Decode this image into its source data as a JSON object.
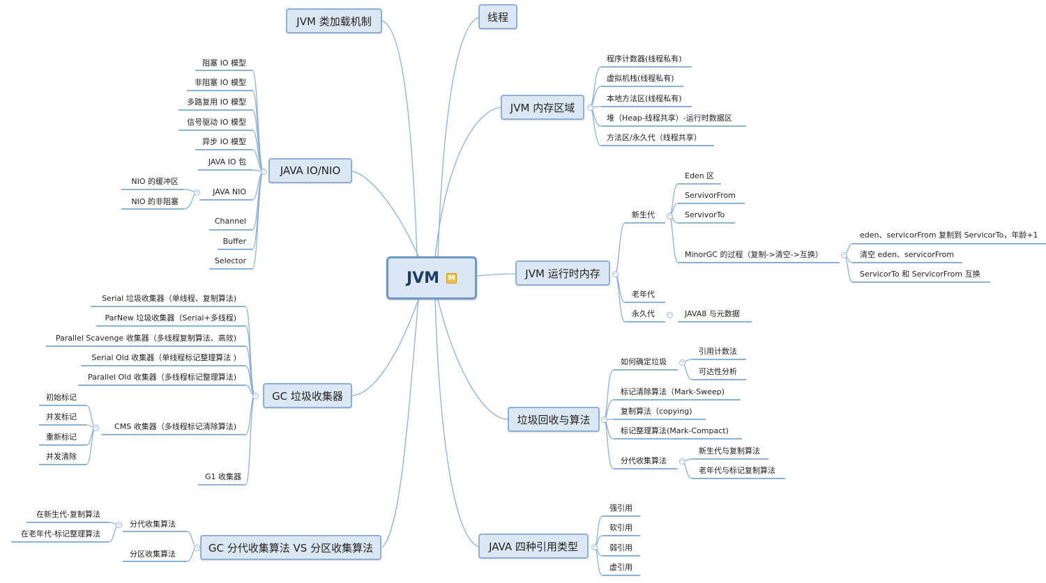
{
  "root": {
    "label": "JVM",
    "marker": "M"
  },
  "topics": {
    "classloading": "JVM 类加载机制",
    "thread": "线程",
    "memory": "JVM 内存区域",
    "io": "JAVA IO/NIO",
    "runtime": "JVM 运行时内存",
    "gc_collectors": "GC 垃圾收集器",
    "gc_algorithms": "垃圾回收与算法",
    "gc_generational": "GC 分代收集算法 VS 分区收集算法",
    "references": "JAVA 四种引用类型"
  },
  "memory_items": [
    "程序计数器(线程私有)",
    "虚拟机栈(线程私有)",
    "本地方法区(线程私有)",
    "堆（Heap-线程共享）-运行时数据区",
    "方法区/永久代（线程共享）"
  ],
  "io_items": [
    "阻塞 IO 模型",
    "非阻塞 IO 模型",
    "多路复用 IO 模型",
    "信号驱动 IO 模型",
    "异步 IO 模型",
    "JAVA IO 包",
    "JAVA NIO",
    "Channel",
    "Buffer",
    "Selector"
  ],
  "nio_items": [
    "NIO 的缓冲区",
    "NIO 的非阻塞"
  ],
  "runtime_items": {
    "young": "新生代",
    "young_children": [
      "Eden 区",
      "ServivorFrom",
      "ServivorTo",
      "MinorGC 的过程（复制->清空->互换）"
    ],
    "minorgc_children": [
      "eden、servicorFrom 复制到 ServicorTo，年龄+1",
      "清空 eden、servicorFrom",
      "ServicorTo 和 ServicorFrom 互换"
    ],
    "old": "老年代",
    "perm": "永久代",
    "perm_child": "JAVA8 与元数据"
  },
  "collector_items": [
    "Serial 垃圾收集器（单线程、复制算法)",
    "ParNew 垃圾收集器（Serial+多线程)",
    "Parallel Scavenge 收集器（多线程复制算法、高效)",
    "Serial Old 收集器（单线程标记整理算法 )",
    "Parallel Old 收集器（多线程标记整理算法)",
    "CMS 收集器（多线程标记清除算法)",
    "G1 收集器"
  ],
  "cms_items": [
    "初始标记",
    "并发标记",
    "重新标记",
    "并发清除"
  ],
  "algorithm_items": {
    "identify": "如何确定垃圾",
    "identify_children": [
      "引用计数法",
      "可达性分析"
    ],
    "mark_sweep": "标记清除算法（Mark-Sweep)",
    "copying": "复制算法（copying)",
    "mark_compact": "标记整理算法(Mark-Compact)",
    "generational": "分代收集算法",
    "generational_children": [
      "新生代与复制算法",
      "老年代与标记复制算法"
    ]
  },
  "generational_items": {
    "gen": "分代收集算法",
    "gen_children": [
      "在新生代-复制算法",
      "在老年代-标记整理算法"
    ],
    "region": "分区收集算法"
  },
  "reference_items": [
    "强引用",
    "软引用",
    "弱引用",
    "虚引用"
  ],
  "colors": {
    "line": "#8eb0d4",
    "topic_fill": "#dbe7f3",
    "root_border": "#6f98c4"
  }
}
